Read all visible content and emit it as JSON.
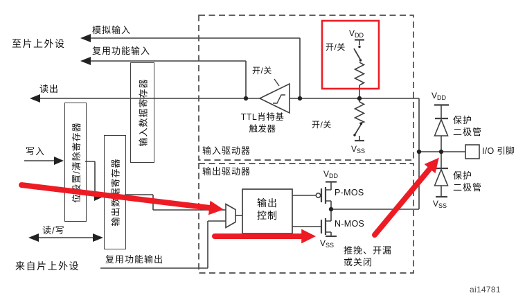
{
  "colors": {
    "annotation_red": "#ed1c24",
    "wire": "#3f3f3f",
    "text": "#111111"
  },
  "left_labels": {
    "to_onchip_peripherals": "至片上外设",
    "analog_input": "模拟输入",
    "alternate_function_input": "复用功能输入",
    "read": "读出",
    "write": "写入",
    "read_write": "读/写",
    "from_onchip_peripherals": "来自片上外设",
    "alternate_function_output": "复用功能输出"
  },
  "registers": {
    "input_data": "输入数据寄存器",
    "bit_set_clear": "位设置/清除寄存器",
    "output_data": "输出数据寄存器"
  },
  "input_driver": {
    "title": "输入驱动器",
    "schmitt_switch": "开/关",
    "schmitt_name_line1": "TTL肖特基",
    "schmitt_name_line2": "触发器",
    "pullup_switch": "开/关",
    "pulldown_switch": "开/关"
  },
  "output_driver": {
    "title": "输出驱动器",
    "control_line1": "输出",
    "control_line2": "控制",
    "pmos": "P-MOS",
    "nmos": "N-MOS",
    "mode_line1": "推挽、开漏",
    "mode_line2": "或关闭"
  },
  "right_side": {
    "protection_diode_line1": "保护",
    "protection_diode_line2": "二极管",
    "io_pin": "I/O 引脚"
  },
  "power": {
    "v": "V",
    "dd": "DD",
    "ss": "SS"
  },
  "figure_id": "ai14781"
}
